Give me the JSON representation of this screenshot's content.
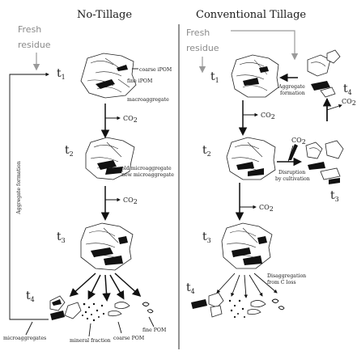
{
  "left": {
    "title": "No-Tillage",
    "fresh_line1": "Fresh",
    "fresh_line2": "residue",
    "label_coarse_ipom": "coarse iPOM",
    "label_fine_ipom": "fine iPOM",
    "label_macroaggregate": "macroaggregate",
    "label_old_micro": "old microaggregate",
    "label_new_micro": "new microaggregate",
    "label_aggregate_formation": "Aggregate formation",
    "label_microaggregates": "microaggregates",
    "label_mineral_fraction": "mineral fraction",
    "label_coarse_pom": "coarse POM",
    "label_fine_pom": "fine POM"
  },
  "right": {
    "title": "Conventional Tillage",
    "fresh_line1": "Fresh",
    "fresh_line2": "residue",
    "label_aggregate_formation_l1": "Aggregate",
    "label_aggregate_formation_l2": "formation",
    "label_disruption_l1": "Disruption",
    "label_disruption_l2": "by cultivation",
    "label_disaggregation_l1": "Disaggregation",
    "label_disaggregation_l2": "from C loss"
  },
  "time": {
    "t": "t",
    "i1": "1",
    "i2": "2",
    "i3": "3",
    "i4": "4"
  },
  "co2": {
    "co": "CO",
    "sub": "2"
  },
  "colors": {
    "ink": "#111111",
    "gray_arrow": "#9a9a9a",
    "fresh_text": "#8a8a8a"
  }
}
